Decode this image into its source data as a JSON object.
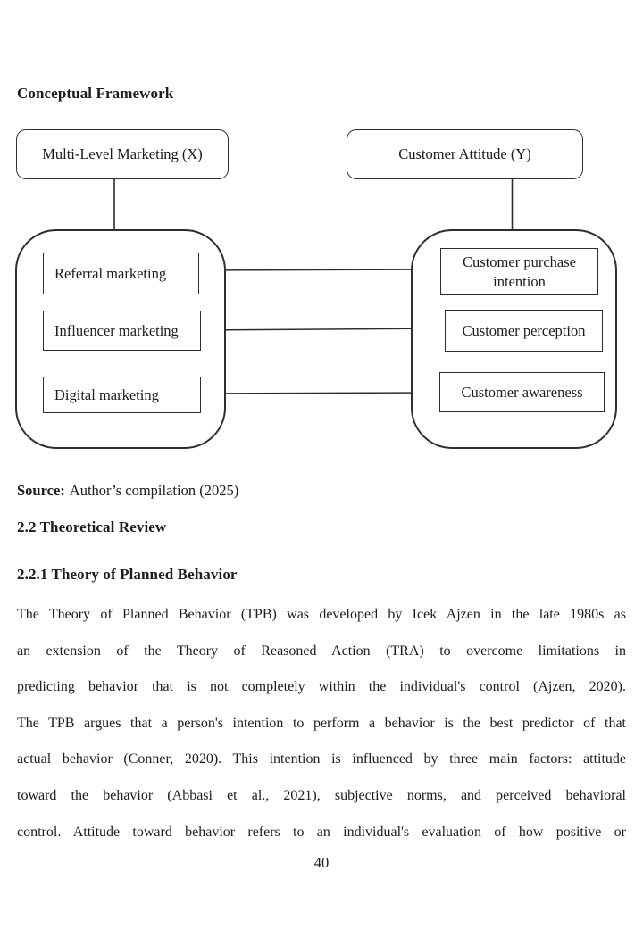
{
  "page": {
    "heading": "Conceptual Framework",
    "source": {
      "label": "Source:",
      "text": "Author’s compilation (2025)"
    },
    "section_heading": "2.2 Theoretical Review",
    "subsection_heading": "2.2.1 Theory of Planned Behavior",
    "page_number": "40"
  },
  "diagram": {
    "left_parent": "Multi-Level Marketing (X)",
    "right_parent": "Customer Attitude (Y)",
    "left_items": [
      "Referral marketing",
      "Influencer marketing",
      "Digital marketing"
    ],
    "right_items": [
      "Customer purchase intention",
      "Customer perception",
      "Customer awareness"
    ],
    "line_color": "#2d2d2d"
  },
  "paragraph": {
    "lines": [
      "The Theory of Planned Behavior (TPB) was developed by Icek Ajzen in the late 1980s as",
      "an extension of the Theory of Reasoned Action (TRA) to overcome limitations in",
      "predicting behavior that is not completely within the individual's control (Ajzen, 2020).",
      "The TPB argues that a person's intention to perform a behavior is the best predictor of that",
      "actual behavior (Conner, 2020). This intention is influenced by three main factors: attitude",
      "toward the behavior (Abbasi et al., 2021), subjective norms, and perceived behavioral",
      "control. Attitude toward behavior refers to an individual's evaluation of how positive or"
    ]
  }
}
